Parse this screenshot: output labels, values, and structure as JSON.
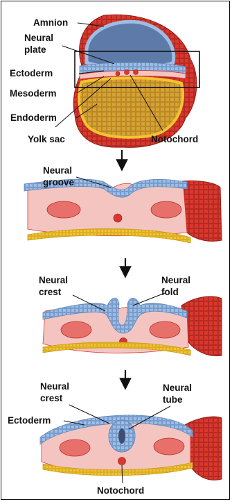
{
  "stage1": {
    "labels": {
      "amnion": "Amnion",
      "neural_plate_1": "Neural",
      "neural_plate_2": "plate",
      "ectoderm": "Ectoderm",
      "mesoderm": "Mesoderm",
      "endoderm": "Endoderm",
      "yolk_sac": "Yolk sac",
      "notochord": "Notochord"
    }
  },
  "stage2": {
    "labels": {
      "neural_groove_1": "Neural",
      "neural_groove_2": "groove"
    }
  },
  "stage3": {
    "labels": {
      "neural_crest_1": "Neural",
      "neural_crest_2": "crest",
      "neural_fold_1": "Neural",
      "neural_fold_2": "fold"
    }
  },
  "stage4": {
    "labels": {
      "neural_crest_1": "Neural",
      "neural_crest_2": "crest",
      "neural_tube_1": "Neural",
      "neural_tube_2": "tube",
      "ectoderm": "Ectoderm",
      "notochord": "Notochord"
    }
  },
  "colors": {
    "ectoderm": "#8fb3de",
    "mesoderm": "#d9382e",
    "endoderm": "#f2c431",
    "yolk": "#c9962c",
    "amnion_cavity": "#5d7aa8",
    "tissue_fill": "#f4c5c0"
  },
  "icons": {
    "arrow": "down-arrow-icon"
  }
}
